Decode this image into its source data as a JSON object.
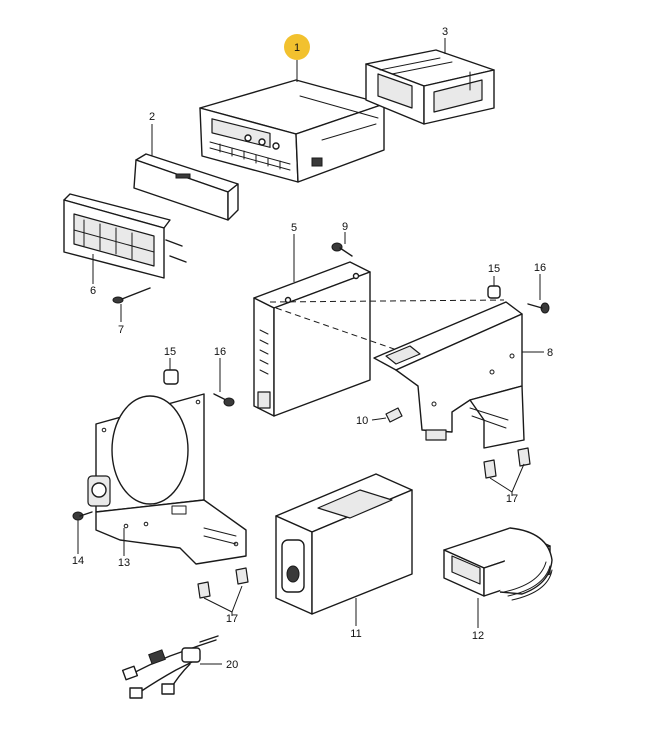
{
  "highlight_color": "#f2c12e",
  "callouts": {
    "c1": "1",
    "c2": "2",
    "c3": "3",
    "c5": "5",
    "c6": "6",
    "c7": "7",
    "c8": "8",
    "c9": "9",
    "c10": "10",
    "c11": "11",
    "c12": "12",
    "c13": "13",
    "c14": "14",
    "c15a": "15",
    "c15b": "15",
    "c16a": "16",
    "c16b": "16",
    "c17a": "17",
    "c17b": "17",
    "c20": "20"
  }
}
